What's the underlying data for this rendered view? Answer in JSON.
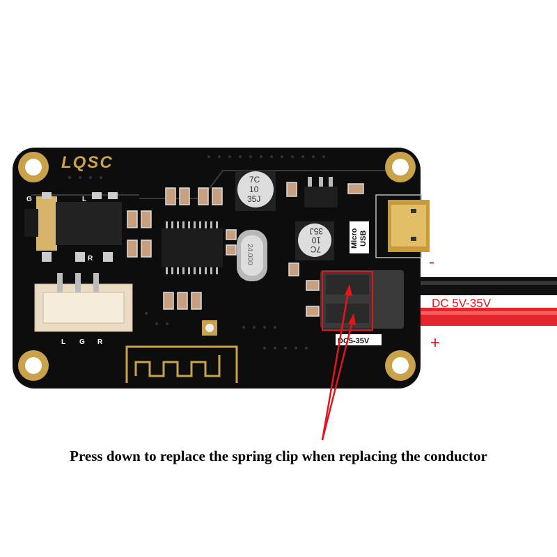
{
  "board": {
    "logo": "LQSC",
    "jack_labels": {
      "g": "G",
      "l": "L",
      "r": "R"
    },
    "connector_labels": [
      "L",
      "G",
      "R"
    ],
    "capacitor_top": [
      "7C",
      "10",
      "35J"
    ],
    "capacitor_bottom": [
      "7C",
      "10",
      "35J"
    ],
    "crystal_label": "24.000",
    "usb_label": [
      "Micro",
      "USB"
    ],
    "power_label": "DC5-35V"
  },
  "annotations": {
    "minus": "-",
    "plus": "+",
    "voltage": "DC 5V-35V",
    "caption": "Press down to replace the spring clip when replacing the conductor"
  },
  "colors": {
    "board": "#0d0d0d",
    "gold": "#c9a24a",
    "annotation_red": "#e8141b",
    "wire_red": "#e3262b",
    "wire_black": "#111111"
  }
}
